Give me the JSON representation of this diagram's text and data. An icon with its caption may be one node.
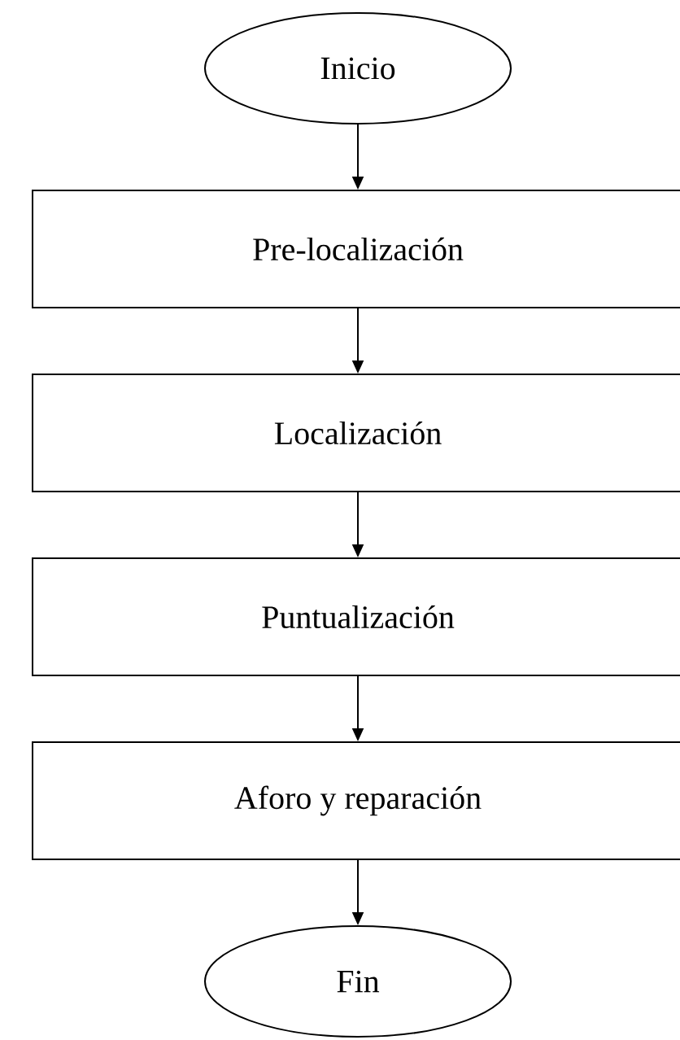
{
  "diagram": {
    "nodes": [
      {
        "text": [
          "Inicio"
        ]
      },
      {
        "text": [
          "Pre-localización"
        ]
      },
      {
        "text": [
          "Localización"
        ]
      },
      {
        "text": [
          "Puntualización"
        ]
      },
      {
        "text": [
          "Aforo y reparación"
        ]
      },
      {
        "text": [
          "Fin"
        ]
      }
    ],
    "edges": [
      {
        "from": 0,
        "to": 1,
        "arrow": "to"
      },
      {
        "from": 1,
        "to": 2,
        "arrow": "to"
      },
      {
        "from": 2,
        "to": 3,
        "arrow": "to"
      },
      {
        "from": 3,
        "to": 4,
        "arrow": "to"
      },
      {
        "from": 4,
        "to": 5,
        "arrow": "to"
      }
    ]
  }
}
